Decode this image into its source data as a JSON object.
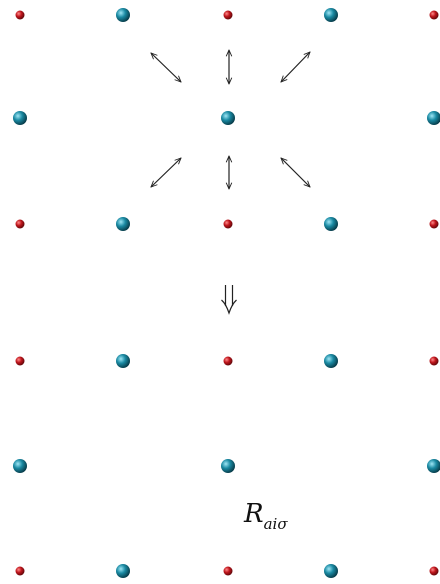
{
  "diagram": {
    "top_panel": {
      "atom_rows": [
        [
          "small-red",
          "large-teal",
          "small-red",
          "large-teal",
          "small-red"
        ],
        [
          "large-teal",
          "empty",
          "large-teal",
          "empty",
          "large-teal"
        ],
        [
          "small-red",
          "large-teal",
          "small-red",
          "large-teal",
          "small-red"
        ]
      ],
      "displacement_arrows": [
        "↖↘",
        "↕",
        "↗↙",
        "↙↗",
        "↕",
        "↘↖"
      ]
    },
    "transition_arrow": "⇓",
    "bottom_panel": {
      "atom_rows": [
        [
          "small-red",
          "large-teal",
          "small-red",
          "large-teal",
          "small-red"
        ],
        [
          "large-teal",
          "empty",
          "large-teal",
          "empty",
          "large-teal"
        ],
        [
          "small-red",
          "large-teal",
          "small-red",
          "large-teal",
          "small-red"
        ]
      ],
      "label": {
        "base": "R",
        "subscript": "aiσ"
      }
    },
    "colors": {
      "small_atom": "#b0141a",
      "large_atom": "#1a7f96",
      "arrow": "#222222"
    }
  }
}
